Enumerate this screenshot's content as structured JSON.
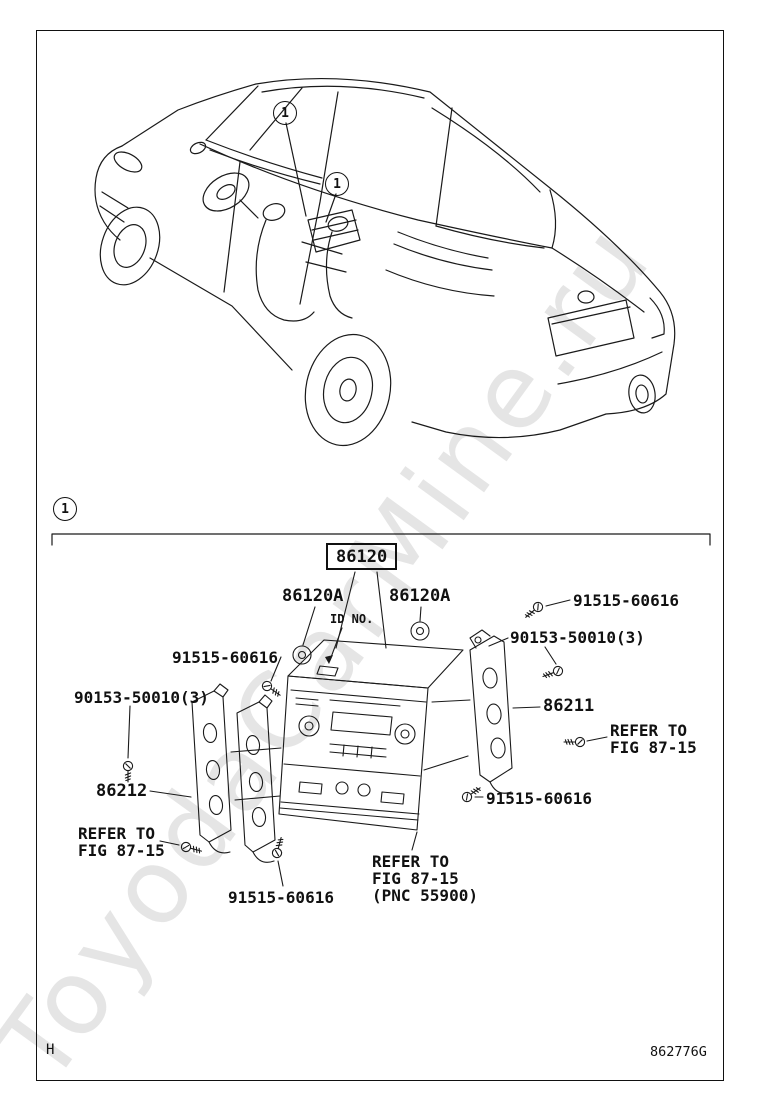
{
  "watermark": {
    "text": "ToyodaCarMine.ru"
  },
  "callout": {
    "label": "1"
  },
  "footer": {
    "page_code": "H",
    "figure_code": "862776G"
  },
  "diagram": {
    "boxed_part": "86120",
    "knob_left": "86120A",
    "knob_right": "86120A",
    "id_plate": "ID NO.",
    "screw_top_right": "91515-60616",
    "bolt_right": "90153-50010(3)",
    "screw_left": "91515-60616",
    "bolt_left": "90153-50010(3)",
    "bracket_right": "86211",
    "refer_right": {
      "l1": "REFER TO",
      "l2": "FIG 87-15"
    },
    "screw_bottom_right": "91515-60616",
    "bracket_left": "86212",
    "refer_left": {
      "l1": "REFER TO",
      "l2": "FIG 87-15"
    },
    "screw_bottom": "91515-60616",
    "refer_center": {
      "l1": "REFER TO",
      "l2": "FIG 87-15",
      "l3": "(PNC 55900)"
    }
  }
}
